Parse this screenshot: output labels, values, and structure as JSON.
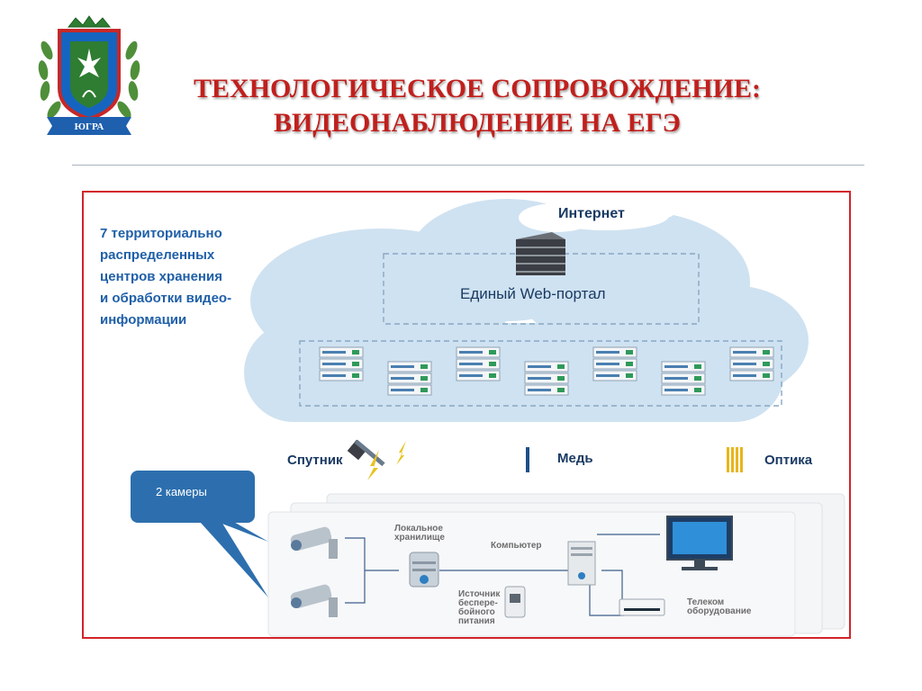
{
  "slide": {
    "title_line1": "ТЕХНОЛОГИЧЕСКОЕ СОПРОВОЖДЕНИЕ:",
    "title_line2": "ВИДЕОНАБЛЮДЕНИЕ НА ЕГЭ",
    "coat_of_arms_text": "ЮГРА"
  },
  "diagram": {
    "storage_centers_text": [
      "7 территориально",
      "распределенных",
      "центров хранения",
      "и обработки видео-",
      "информации"
    ],
    "internet_label": "Интернет",
    "portal_label": "Единый Web-портал",
    "connections": {
      "satellite": "Спутник",
      "copper": "Медь",
      "optics": "Оптика"
    },
    "cameras_callout": "2 камеры",
    "site_devices": {
      "local_storage": "Локальное\nхранилище",
      "computer": "Компьютер",
      "ups": "Источник\nбеспере-\nбойного\nпитания",
      "telecom": "Телеком\nоборудование"
    },
    "server_racks_count": 7,
    "colors": {
      "title": "#c0201d",
      "frame_border": "#d3242a",
      "cloud": "#cfe2f1",
      "callout": "#2d6fae",
      "copper_line": "#1f4f8a",
      "optic_lines": "#e8b51d"
    }
  }
}
